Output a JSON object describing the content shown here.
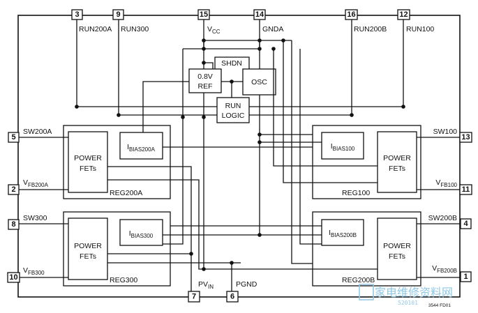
{
  "pins": {
    "p3": {
      "num": "3",
      "name": "RUN200A"
    },
    "p9": {
      "num": "9",
      "name": "RUN300"
    },
    "p15": {
      "num": "15",
      "name": "V",
      "sub": "CC"
    },
    "p14": {
      "num": "14",
      "name": "GNDA"
    },
    "p16": {
      "num": "16",
      "name": "RUN200B"
    },
    "p12": {
      "num": "12",
      "name": "RUN100"
    },
    "p5": {
      "num": "5",
      "name": "SW200A"
    },
    "p2": {
      "num": "2",
      "name": "V",
      "sub": "FB200A"
    },
    "p8": {
      "num": "8",
      "name": "SW300"
    },
    "p10": {
      "num": "10",
      "name": "V",
      "sub": "FB300"
    },
    "p13": {
      "num": "13",
      "name": "SW100"
    },
    "p11": {
      "num": "11",
      "name": "V",
      "sub": "FB100"
    },
    "p4": {
      "num": "4",
      "name": "SW200B"
    },
    "p1": {
      "num": "1",
      "name": "V",
      "sub": "FB200B"
    },
    "p7": {
      "num": "7",
      "name": "PV",
      "sub": "IN"
    },
    "p6": {
      "num": "6",
      "name": "PGND"
    }
  },
  "blocks": {
    "ref": {
      "line1": "0.8V",
      "line2": "REF"
    },
    "osc": {
      "label": "OSC"
    },
    "shdn": {
      "label": "SHDN"
    },
    "run_logic": {
      "line1": "RUN",
      "line2": "LOGIC"
    },
    "power_fets": {
      "line1": "POWER",
      "line2": "FETs"
    },
    "reg200a": {
      "label": "REG200A",
      "bias_main": "I",
      "bias_sub": "BIAS200A"
    },
    "reg300": {
      "label": "REG300",
      "bias_main": "I",
      "bias_sub": "BIAS300"
    },
    "reg100": {
      "label": "REG100",
      "bias_main": "I",
      "bias_sub": "BIAS100"
    },
    "reg200b": {
      "label": "REG200B",
      "bias_main": "I",
      "bias_sub": "BIAS200B"
    }
  },
  "figure_id": "3544 FD01",
  "watermark": {
    "line1": "家电维修资料网",
    "line2": "520101"
  }
}
